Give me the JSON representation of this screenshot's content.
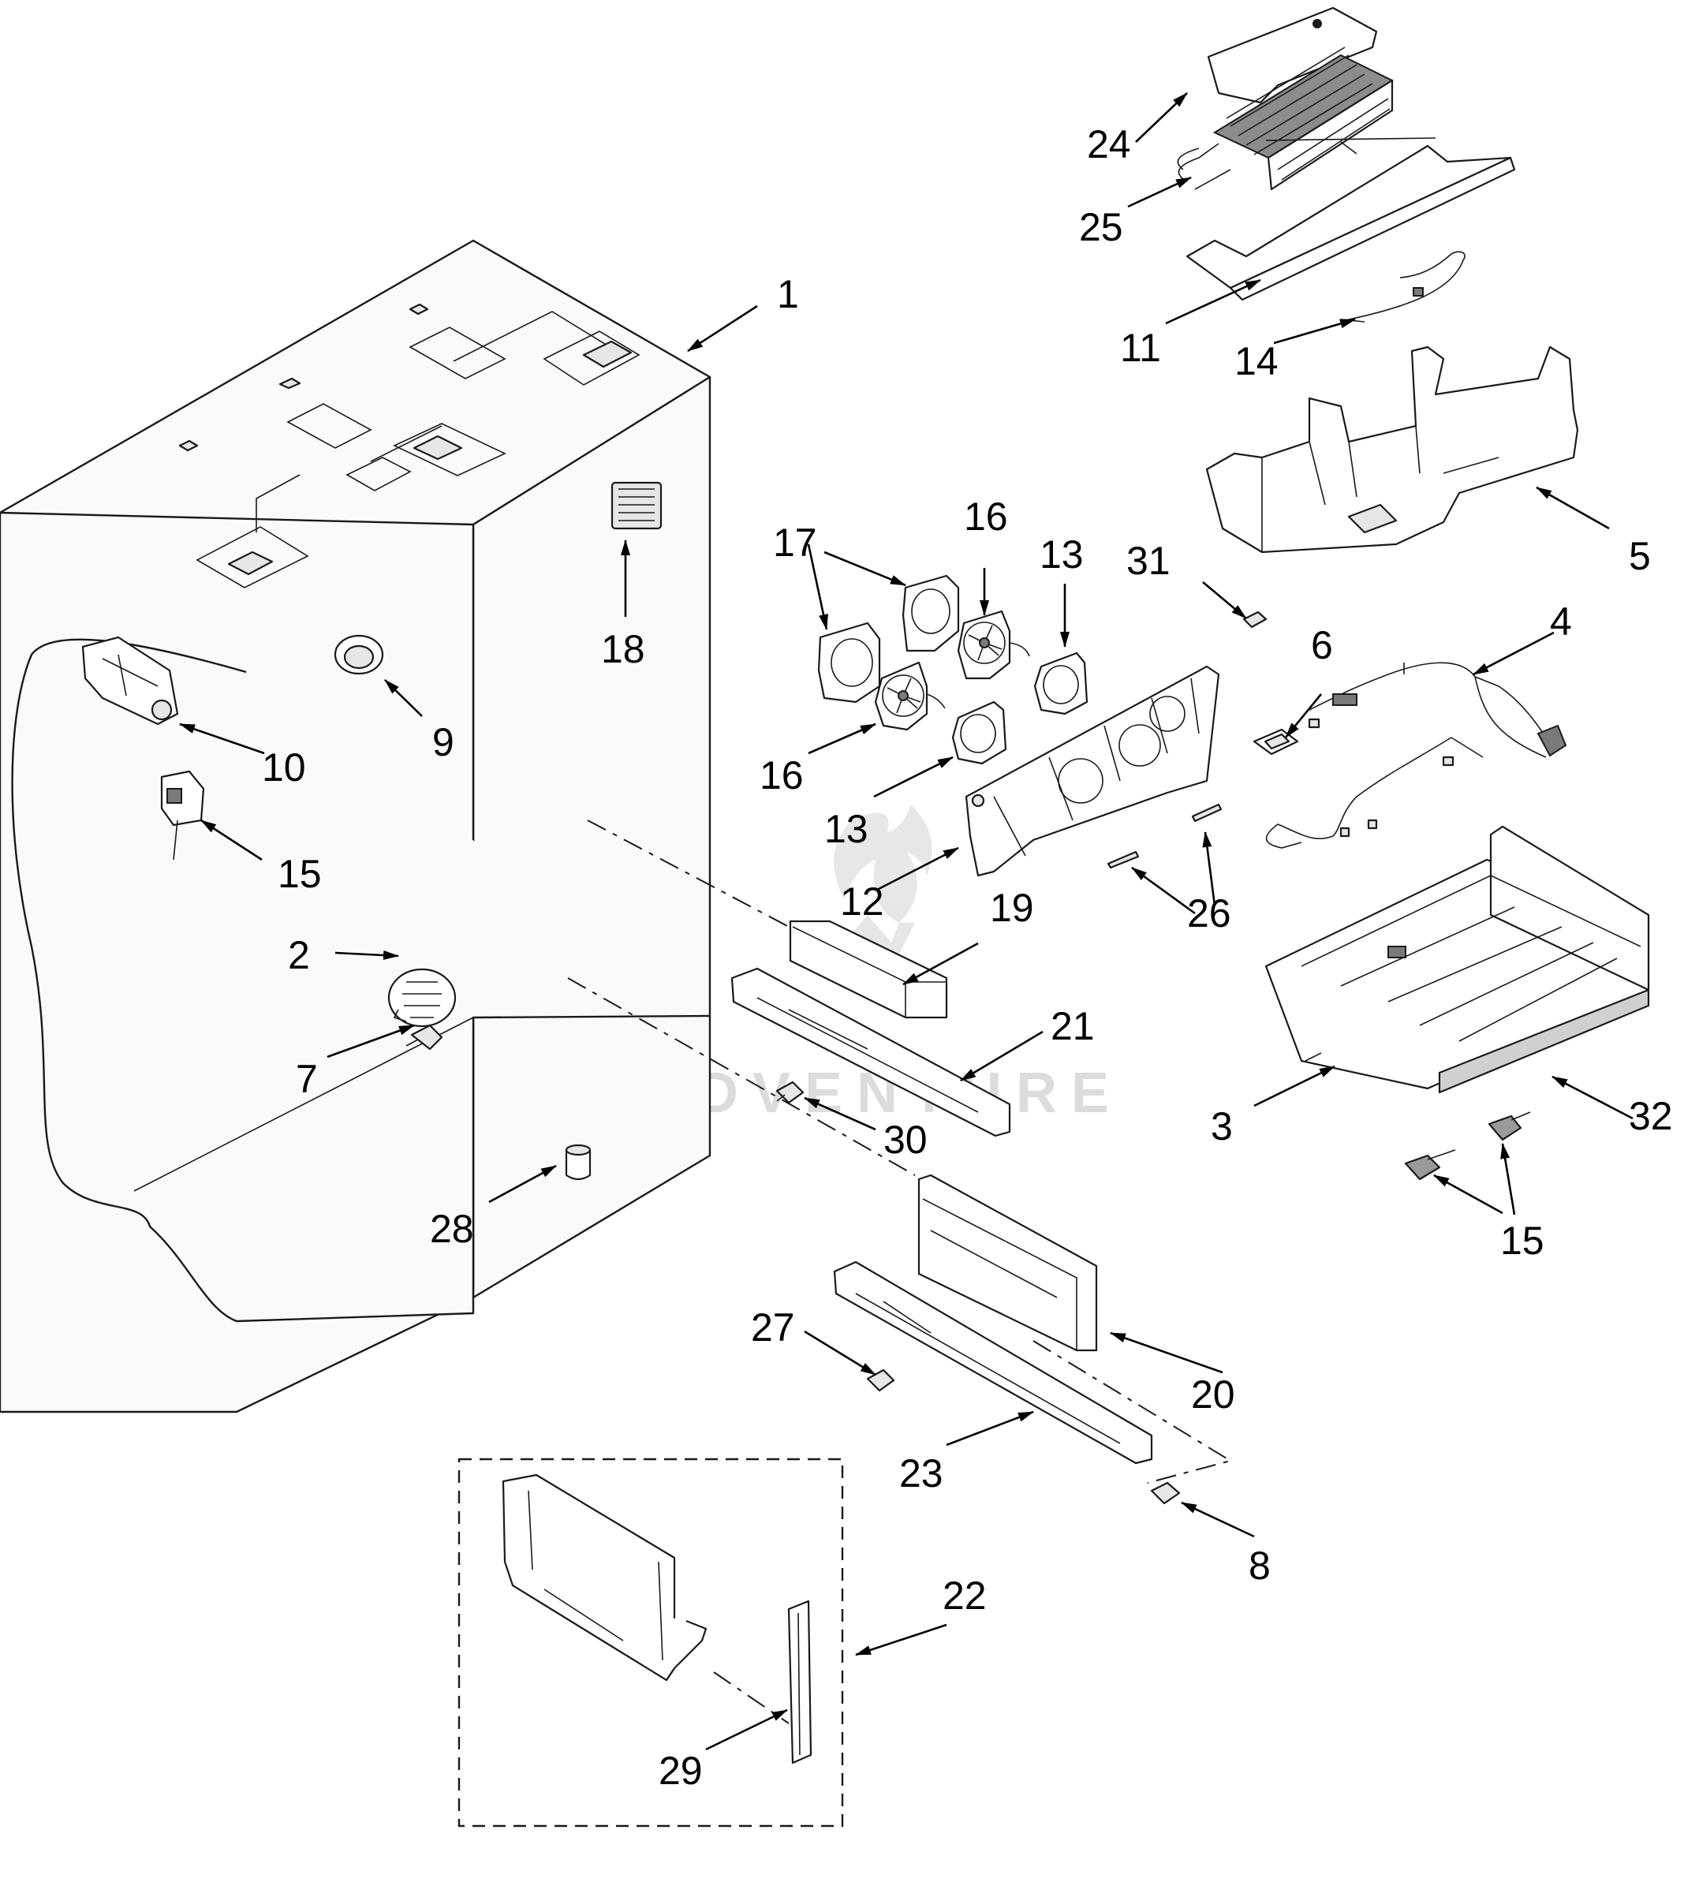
{
  "diagram": {
    "watermark": "LEADVENTURE",
    "callouts": [
      {
        "id": "c1",
        "label": "1"
      },
      {
        "id": "c2",
        "label": "2"
      },
      {
        "id": "c3",
        "label": "3"
      },
      {
        "id": "c4",
        "label": "4"
      },
      {
        "id": "c5",
        "label": "5"
      },
      {
        "id": "c6",
        "label": "6"
      },
      {
        "id": "c7",
        "label": "7"
      },
      {
        "id": "c8",
        "label": "8"
      },
      {
        "id": "c9",
        "label": "9"
      },
      {
        "id": "c10",
        "label": "10"
      },
      {
        "id": "c11",
        "label": "11"
      },
      {
        "id": "c12",
        "label": "12"
      },
      {
        "id": "c13a",
        "label": "13"
      },
      {
        "id": "c13b",
        "label": "13"
      },
      {
        "id": "c14",
        "label": "14"
      },
      {
        "id": "c15a",
        "label": "15"
      },
      {
        "id": "c15b",
        "label": "15"
      },
      {
        "id": "c16a",
        "label": "16"
      },
      {
        "id": "c16b",
        "label": "16"
      },
      {
        "id": "c17",
        "label": "17"
      },
      {
        "id": "c18",
        "label": "18"
      },
      {
        "id": "c19",
        "label": "19"
      },
      {
        "id": "c20",
        "label": "20"
      },
      {
        "id": "c21",
        "label": "21"
      },
      {
        "id": "c22",
        "label": "22"
      },
      {
        "id": "c23",
        "label": "23"
      },
      {
        "id": "c24",
        "label": "24"
      },
      {
        "id": "c25",
        "label": "25"
      },
      {
        "id": "c26",
        "label": "26"
      },
      {
        "id": "c27",
        "label": "27"
      },
      {
        "id": "c28",
        "label": "28"
      },
      {
        "id": "c29",
        "label": "29"
      },
      {
        "id": "c30",
        "label": "30"
      },
      {
        "id": "c31",
        "label": "31"
      },
      {
        "id": "c32",
        "label": "32"
      }
    ]
  }
}
